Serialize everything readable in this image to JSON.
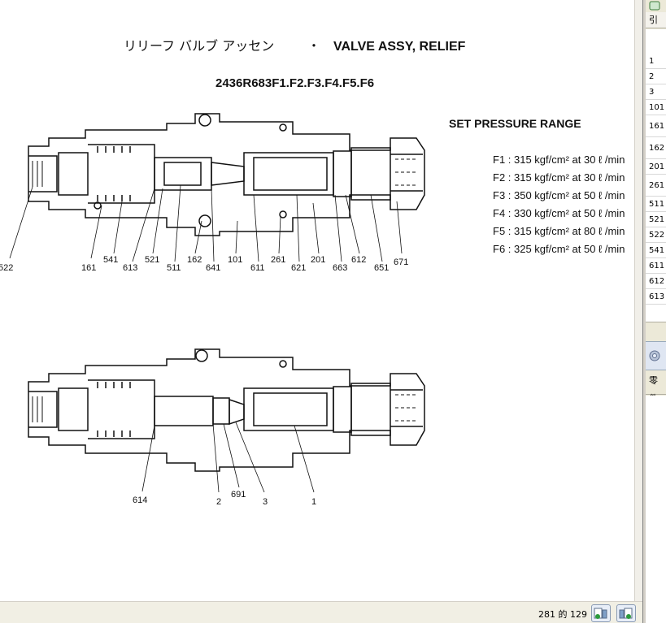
{
  "drawing": {
    "title_jp": "リリーフ バルブ アッセン",
    "title_sep": "・",
    "title_en": "VALVE ASSY, RELIEF",
    "part_number": "2436R683F1.F2.F3.F4.F5.F6",
    "pressure_heading": "SET PRESSURE RANGE",
    "pressure_rows": [
      "F1 : 315 kgf/cm² at 30 ℓ /min",
      "F2 : 315 kgf/cm² at 30 ℓ /min",
      "F3 : 350 kgf/cm² at 50 ℓ /min",
      "F4 : 330 kgf/cm² at 50 ℓ /min",
      "F5 : 315 kgf/cm² at 80 ℓ /min",
      "F6 : 325 kgf/cm² at 50 ℓ /min"
    ],
    "top_callouts": [
      "522",
      "161",
      "541",
      "613",
      "521",
      "511",
      "162",
      "641",
      "101",
      "611",
      "261",
      "621",
      "201",
      "663",
      "612",
      "651",
      "671"
    ],
    "bottom_callouts": [
      "614",
      "2",
      "691",
      "3",
      "1"
    ]
  },
  "status": {
    "page_text": "281 的 129",
    "prev_icon": "prev-page-icon",
    "next_icon": "next-page-icon"
  },
  "right_panel": {
    "header": "引用",
    "rows": [
      "1",
      "2",
      "3",
      "101",
      "161",
      "162",
      "201",
      "261",
      "511",
      "521",
      "522",
      "541",
      "611",
      "612",
      "613"
    ],
    "lower_label": "零件"
  }
}
